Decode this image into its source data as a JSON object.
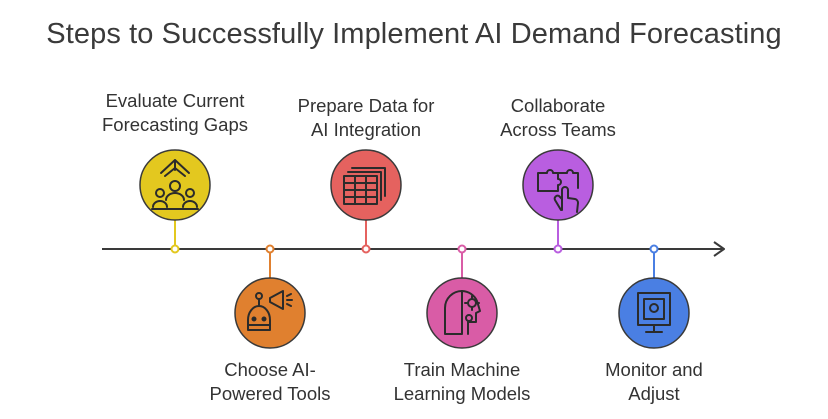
{
  "title": "Steps to Successfully Implement AI Demand Forecasting",
  "steps": [
    {
      "lines": [
        "Evaluate Current",
        "Forecasting Gaps"
      ],
      "color": "#e3c81f",
      "icon": "evaluation-team-icon"
    },
    {
      "lines": [
        "Choose AI-",
        "Powered Tools"
      ],
      "color": "#e0802f",
      "icon": "robot-megaphone-icon"
    },
    {
      "lines": [
        "Prepare Data for",
        "AI Integration"
      ],
      "color": "#e5625f",
      "icon": "data-table-icon"
    },
    {
      "lines": [
        "Train Machine",
        "Learning Models"
      ],
      "color": "#d95ca6",
      "icon": "head-gears-icon"
    },
    {
      "lines": [
        "Collaborate",
        "Across Teams"
      ],
      "color": "#b95ee0",
      "icon": "puzzle-hand-icon"
    },
    {
      "lines": [
        "Monitor and",
        "Adjust"
      ],
      "color": "#4a7fe3",
      "icon": "monitor-camera-icon"
    }
  ]
}
